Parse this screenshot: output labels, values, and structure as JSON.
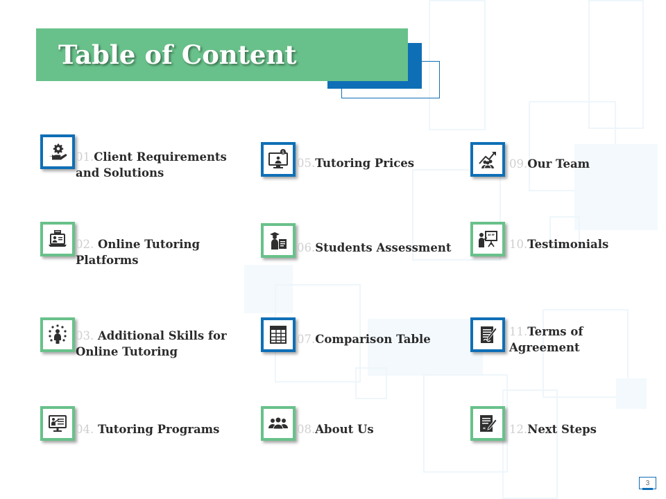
{
  "title": "Table of Content",
  "page_number": "3",
  "colors": {
    "green": "#68c18a",
    "blue": "#0f6fb6",
    "number_grey": "#cfcfcf",
    "text": "#2a2a2a"
  },
  "items": [
    {
      "num": "01.",
      "line1": "Client Requirements",
      "line2": "and Solutions",
      "icon": "hand-gear-icon",
      "frame": "blue"
    },
    {
      "num": "02.",
      "line1": " Online Tutoring",
      "line2": "Platforms",
      "icon": "laptop-user-icon",
      "frame": "green"
    },
    {
      "num": "03.",
      "line1": " Additional Skills for",
      "line2": "Online Tutoring",
      "icon": "person-network-icon",
      "frame": "green"
    },
    {
      "num": "04.",
      "line1": " Tutoring Programs",
      "line2": "",
      "icon": "presentation-monitor-icon",
      "frame": "green"
    },
    {
      "num": "05.",
      "line1": "Tutoring Prices",
      "line2": "",
      "icon": "monitor-dollar-icon",
      "frame": "blue"
    },
    {
      "num": "06.",
      "line1": "Students Assessment",
      "line2": "",
      "icon": "graduate-document-icon",
      "frame": "green"
    },
    {
      "num": "07.",
      "line1": "Comparison Table",
      "line2": "",
      "icon": "table-grid-icon",
      "frame": "blue"
    },
    {
      "num": "08.",
      "line1": "About Us",
      "line2": "",
      "icon": "group-icon",
      "frame": "green"
    },
    {
      "num": "09.",
      "line1": "Our Team",
      "line2": "",
      "icon": "team-growth-icon",
      "frame": "blue"
    },
    {
      "num": "10.",
      "line1": "Testimonials",
      "line2": "",
      "icon": "speaker-board-icon",
      "frame": "green"
    },
    {
      "num": "11.",
      "line1": "Terms of",
      "line2": "Agreement",
      "icon": "contract-pen-icon",
      "frame": "blue"
    },
    {
      "num": "12.",
      "line1": "Next Steps",
      "line2": "",
      "icon": "document-pencil-icon",
      "frame": "green"
    }
  ]
}
